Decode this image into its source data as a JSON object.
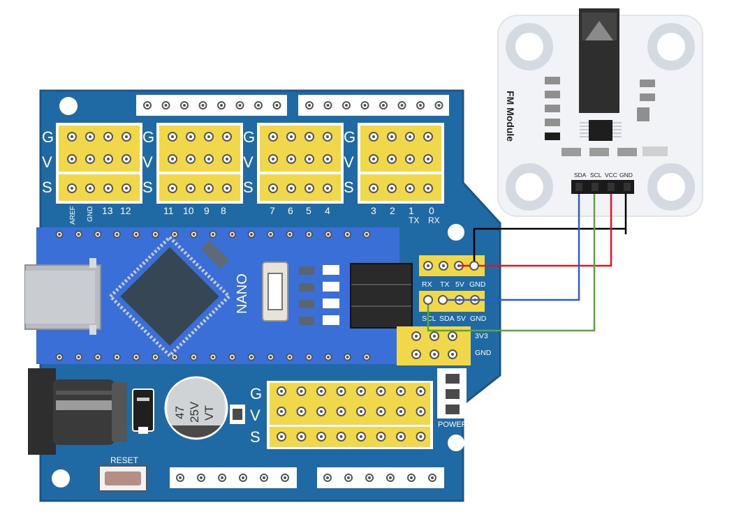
{
  "module": {
    "title": "FM Module",
    "pins": [
      "SDA",
      "SCL",
      "VCC",
      "GND"
    ]
  },
  "shield": {
    "gvs": {
      "g": "G",
      "v": "V",
      "s": "S"
    },
    "digital_labels": [
      "AREF",
      "GND",
      "13",
      "12",
      "11",
      "10",
      "9",
      "8",
      "7",
      "6",
      "5",
      "4",
      "3",
      "2",
      "1",
      "0"
    ],
    "tx_rx": [
      "TX",
      "RX"
    ],
    "uart_labels": [
      "RX",
      "TX",
      "5V",
      "GND"
    ],
    "i2c_labels": [
      "SCL",
      "SDA",
      "5V",
      "GND"
    ],
    "v33_label": "3V3",
    "gnd_label": "GND",
    "power_label": "POWER",
    "reset_label": "RESET",
    "nano_label": "NANO",
    "capacitor": {
      "line1": "47",
      "line2": "25V",
      "line3": "VT"
    }
  },
  "wires": {
    "colors": {
      "gnd": "#000000",
      "vcc": "#e8141c",
      "sda": "#2f5fc2",
      "scl": "#5aa63c"
    }
  },
  "colors": {
    "board": "#1f6aa5",
    "board_edge": "#17558a",
    "nano": "#3a6fd8",
    "header": "#f0d84a",
    "module": "#f1f3f7"
  }
}
